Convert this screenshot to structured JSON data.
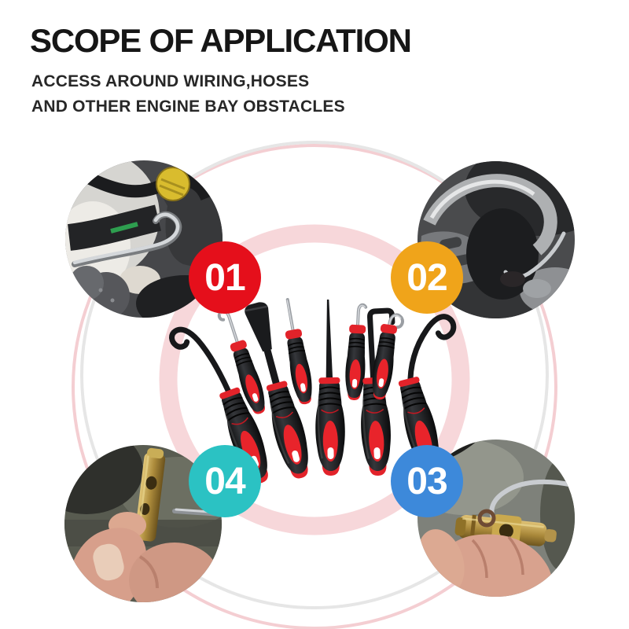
{
  "header": {
    "title": "SCOPE OF APPLICATION",
    "subtitle_line1": "ACCESS AROUND WIRING,HOSES",
    "subtitle_line2": "AND OTHER ENGINE BAY OBSTACLES"
  },
  "badges": [
    {
      "label": "01",
      "color": "#e50f1b"
    },
    {
      "label": "02",
      "color": "#f0a41a"
    },
    {
      "label": "03",
      "color": "#3d89da"
    },
    {
      "label": "04",
      "color": "#2bc2c3"
    }
  ],
  "colors": {
    "text": "#161616",
    "handle_red": "#e8242b",
    "steel": "#b7babf",
    "ring_pink": "#f7d7da",
    "thin_circle_pink": "#f4ced2",
    "thin_circle_gray": "#e6e6e6"
  }
}
